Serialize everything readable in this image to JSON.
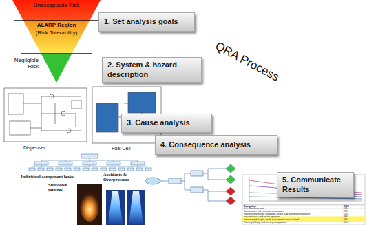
{
  "diagram": {
    "nodes": [
      {
        "text": [
          "1. Set analysis goals"
        ]
      },
      {
        "text": [
          "2. System & hazard description"
        ]
      },
      {
        "text": [
          "3. Cause analysis"
        ]
      },
      {
        "text": [
          "4. Consequence analysis"
        ]
      },
      {
        "text": [
          "5. Communicate Results"
        ]
      }
    ],
    "labels": [
      "Unacceptable Risk",
      "ALARP Region",
      "(Risk Tolerability)",
      "Negligible Risk",
      "QRA Process",
      "Dispenser",
      "Fuel Cell",
      "Individual component leaks",
      "Shutdown failures",
      "Accidents & Overpressure",
      "Occupation",
      "FAR",
      "U.S. Workforce total",
      "3.5",
      "Construction and extraction occupations",
      "9.6",
      "Industrial machinery, installation, repair, and maintenance workers",
      "10.4",
      "Industrial truck and tractor operators",
      "8.6",
      "Laborers and freight, stock, and material movers, hand",
      "6.5",
      "Farming, fishing, and forestry occupations",
      "16.0"
    ]
  }
}
